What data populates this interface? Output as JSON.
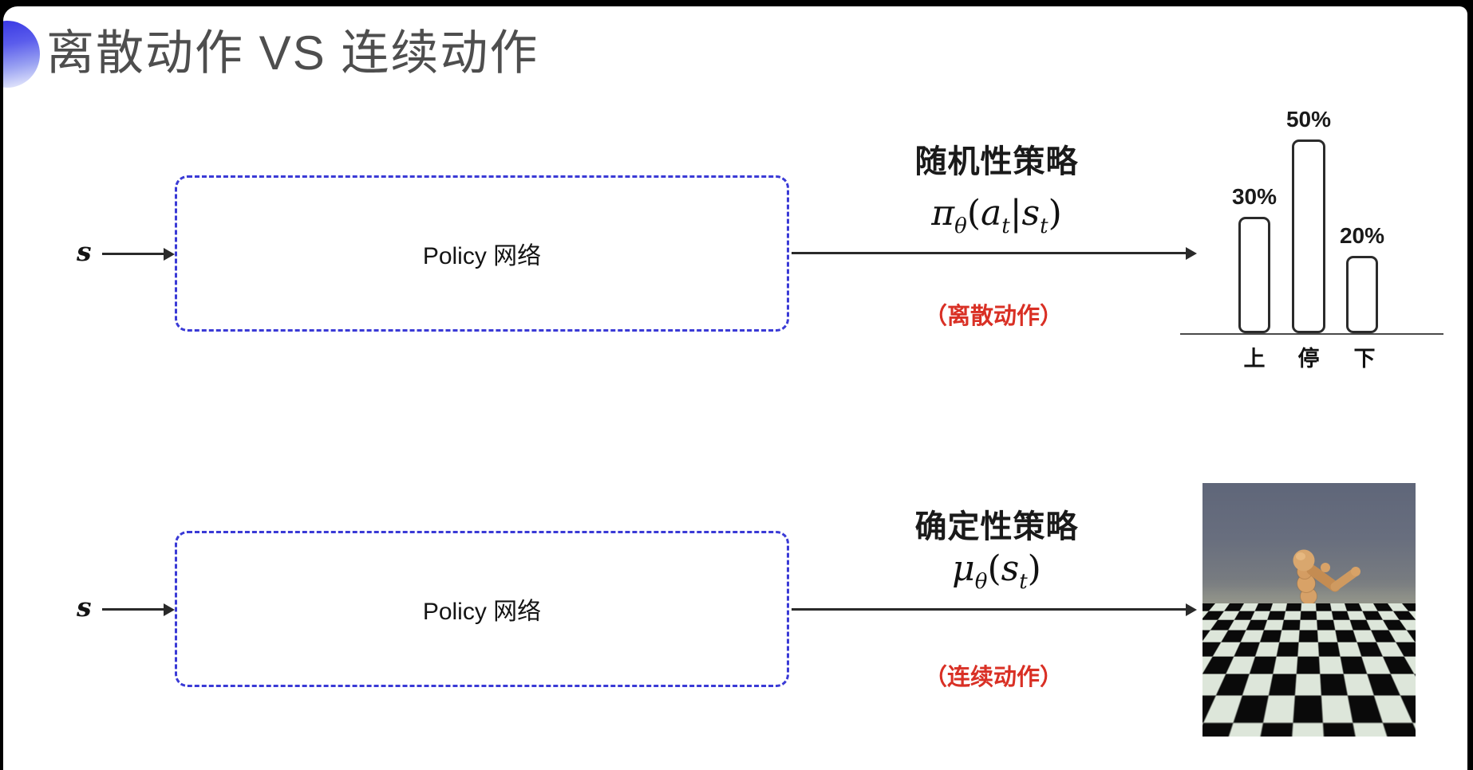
{
  "slide": {
    "title": "离散动作 VS 连续动作"
  },
  "rows": [
    {
      "input_label": "s",
      "box_label": "Policy 网络",
      "policy_title": "随机性策略",
      "formula": {
        "symbol": "π",
        "symbol_sub": "θ",
        "open": "(",
        "arg1": "a",
        "arg1_sub": "t",
        "separator": "|",
        "arg2": "s",
        "arg2_sub": "t",
        "close": ")"
      },
      "action_type_label": "（离散动作）"
    },
    {
      "input_label": "s",
      "box_label": "Policy 网络",
      "policy_title": "确定性策略",
      "formula": {
        "symbol": "μ",
        "symbol_sub": "θ",
        "open": "(",
        "arg1": "s",
        "arg1_sub": "t",
        "close": ")"
      },
      "action_type_label": "（连续动作）"
    }
  ],
  "chart_data": {
    "type": "bar",
    "categories": [
      "上",
      "停",
      "下"
    ],
    "values": [
      30,
      50,
      20
    ],
    "value_labels": [
      "30%",
      "50%",
      "20%"
    ],
    "title": "",
    "xlabel": "",
    "ylabel": "",
    "ylim": [
      0,
      55
    ],
    "legend": "none",
    "grid": false,
    "style": "white bars with black rounded outline above a plain baseline"
  },
  "colors": {
    "accent_blue_dashed_box": "#3a3ad6",
    "title_gray": "#4e4e4e",
    "text_black": "#1a1a1a",
    "highlight_red": "#d93025",
    "bullet_blue_top": "#3a3ae4",
    "bullet_blue_bottom": "#e7eafc",
    "robot_tan": "#cf9a62",
    "sky_slate": "#5f6679",
    "floor_light": "#dde6da",
    "floor_dark": "#0a0a0a"
  }
}
